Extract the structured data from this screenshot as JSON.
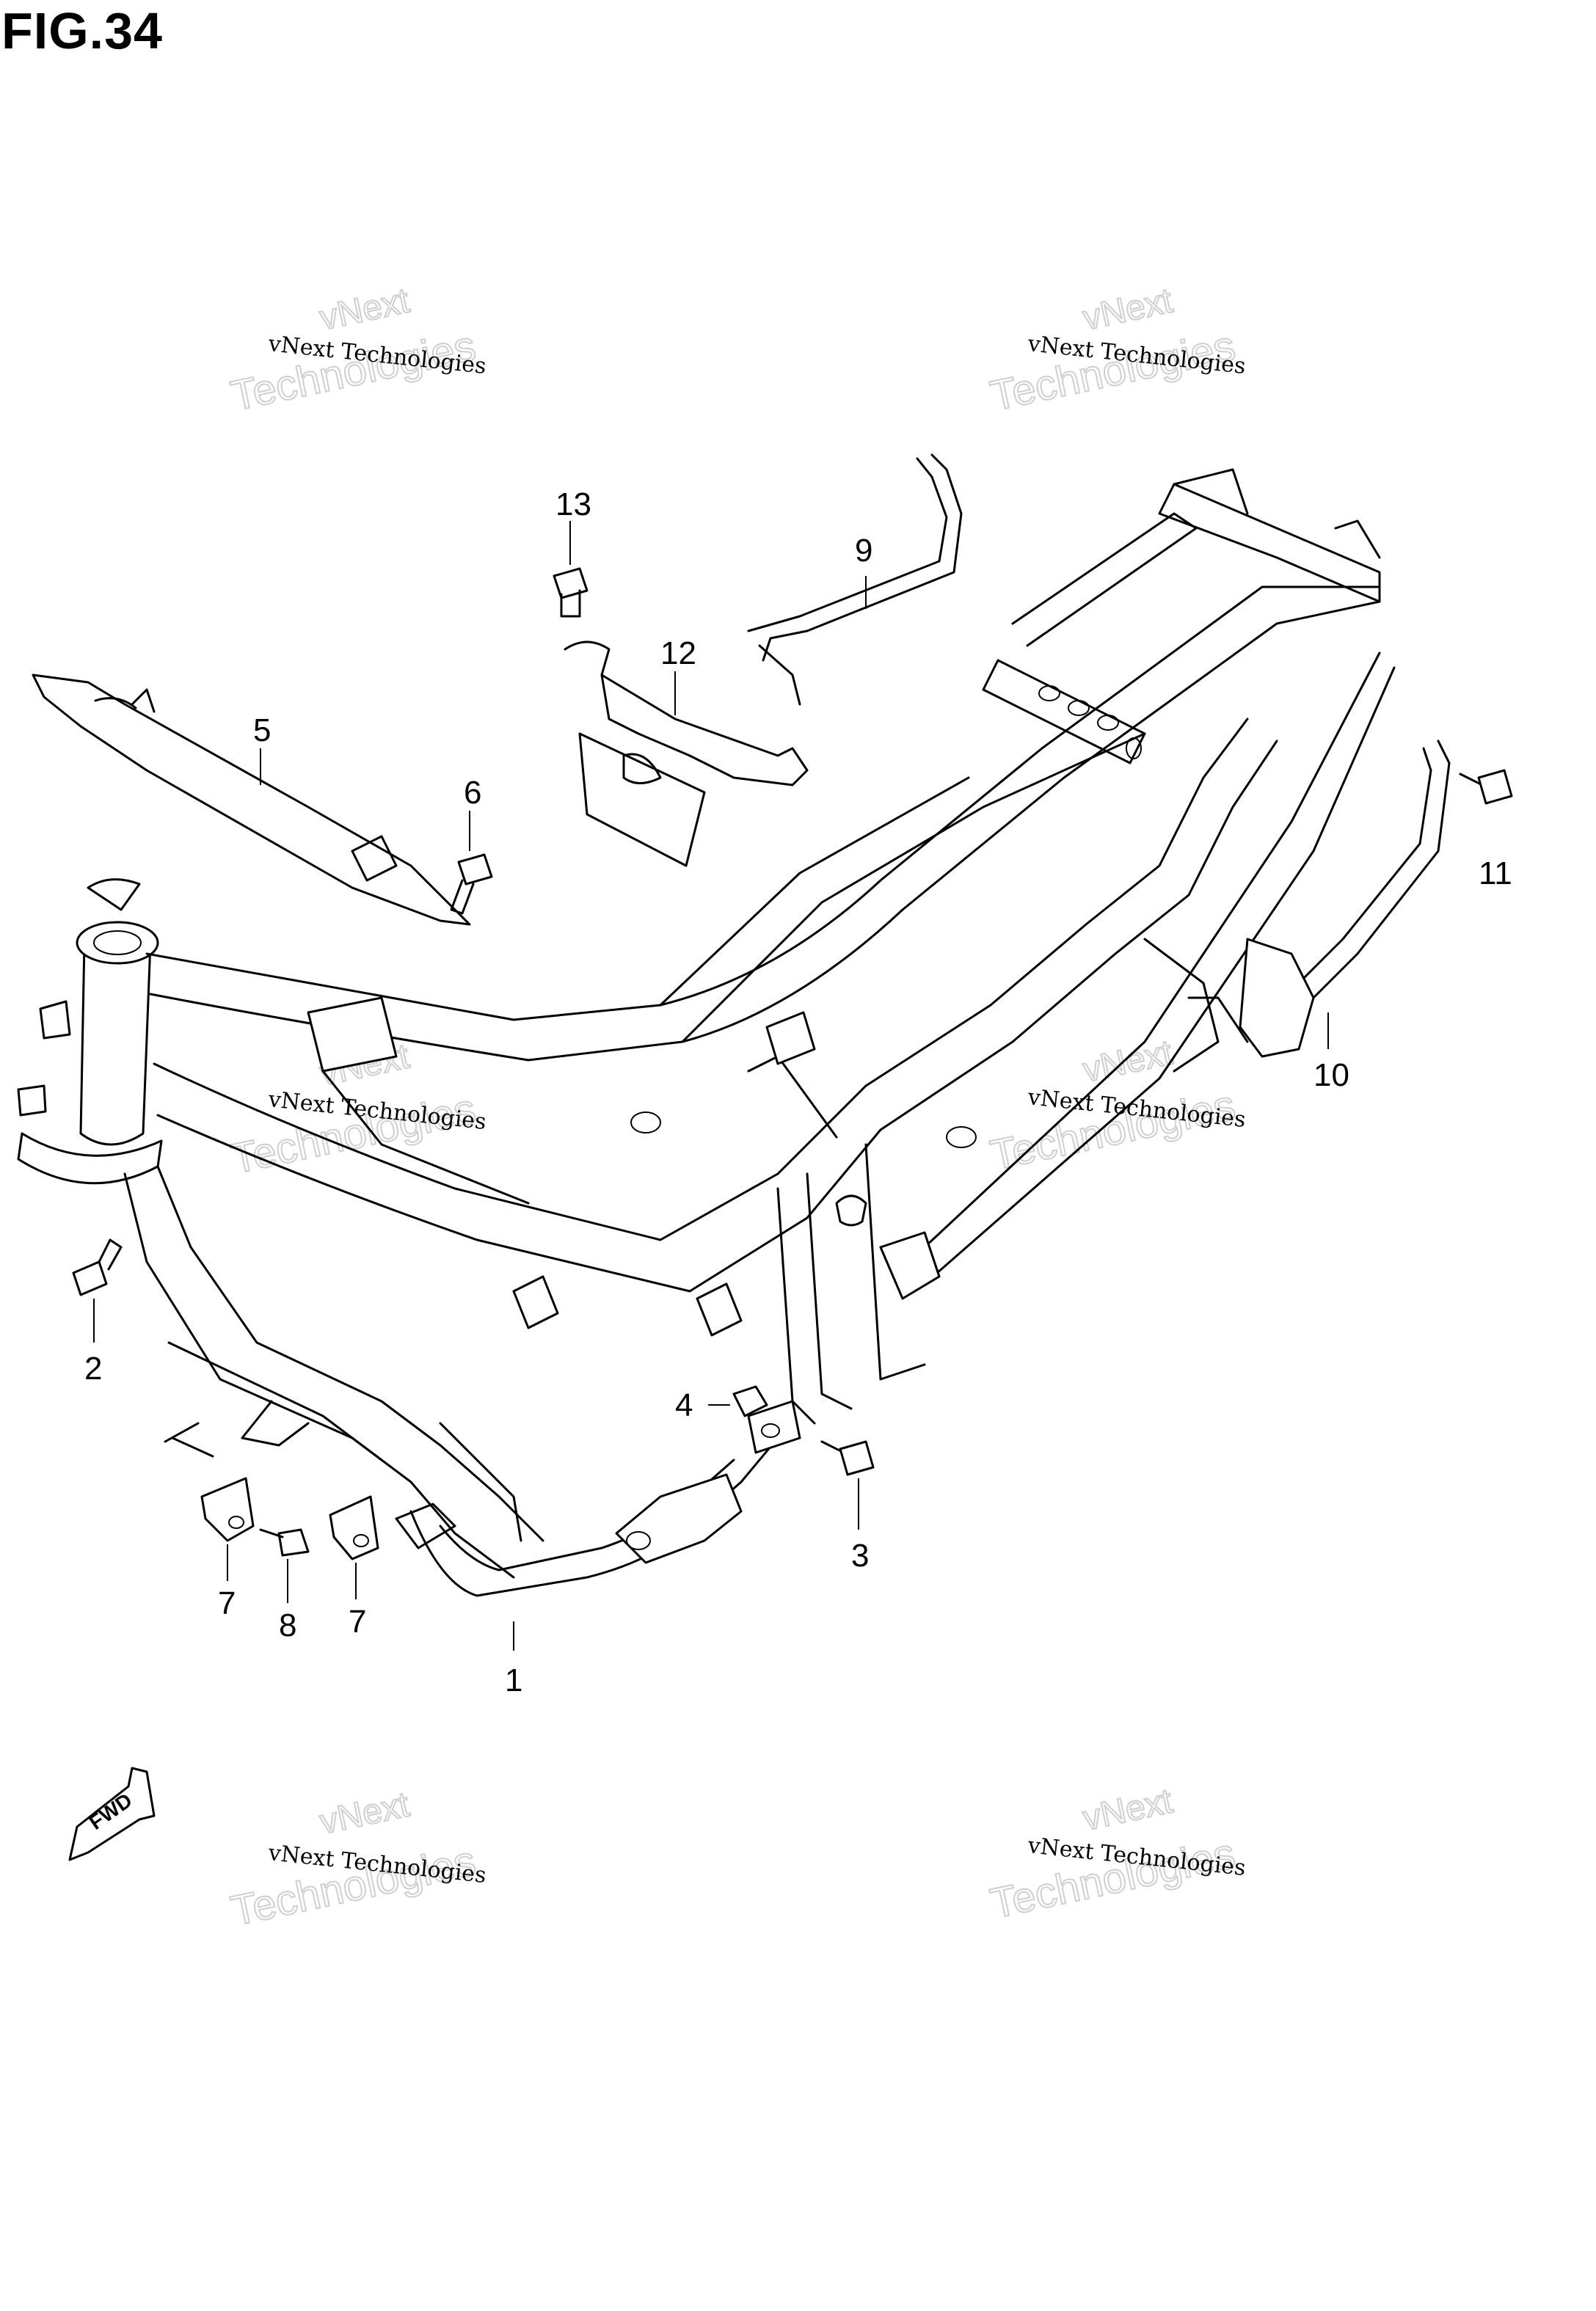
{
  "figure": {
    "title": "FIG.34"
  },
  "watermark": {
    "line1": "vNext Technologies",
    "line2": "Technologies",
    "line0": "vNext"
  },
  "fwd_label": "FWD",
  "callouts": [
    "13",
    "12",
    "9",
    "5",
    "6",
    "11",
    "10",
    "2",
    "4",
    "3",
    "7",
    "8",
    "7",
    "1"
  ]
}
